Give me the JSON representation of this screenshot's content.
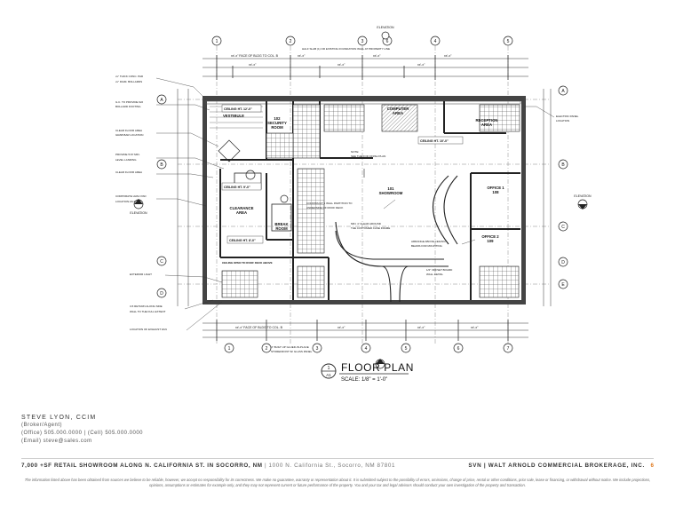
{
  "sheet": {
    "plan_title": "FLOOR PLAN",
    "scale": "SCALE: 1/8\" = 1'-0\"",
    "detail_number": "1",
    "detail_sheet": "A1"
  },
  "rooms": {
    "showroom": [
      "101",
      "SHOWROOM"
    ],
    "security": [
      "102",
      "SECURITY",
      "ROOM"
    ],
    "computer": [
      "COMPUTER",
      "AREA"
    ],
    "reception": [
      "RECEPTION",
      "AREA"
    ],
    "office1": [
      "OFFICE 1",
      "108"
    ],
    "office2": [
      "OFFICE 2",
      "109"
    ],
    "break_room": [
      "BREAK",
      "ROOM"
    ],
    "clearance": [
      "CLEARANCE",
      "AREA"
    ],
    "vestibule": [
      "VESTIBULE"
    ]
  },
  "notes": {
    "ceiling_1": "CEILING HT. 12'-0\"",
    "ceiling_2": "CEILING HT. 10'-0\"",
    "ceiling_3": "CEILING HT. 9'-0\"",
    "ceiling_4": "CEILING HT. 8'-0\"",
    "ceiling_open": "CEILING OPEN TO ROOF DECK ABOVE",
    "elevation": "ELEVATION"
  },
  "grid": {
    "top": [
      "1",
      "2",
      "3",
      "4",
      "5",
      "6"
    ],
    "bottom": [
      "1",
      "2",
      "3",
      "4",
      "5",
      "6",
      "7"
    ],
    "left": [
      "A",
      "B",
      "C",
      "D"
    ],
    "right": [
      "A",
      "B",
      "C",
      "D",
      "E"
    ]
  },
  "agent": {
    "name": "STEVE LYON, CCIM",
    "line2": "(Broker/Agent)",
    "line3": "(Office) 505.000.0000 | (Cell) 505.000.0000",
    "line4": "(Email) steve@sales.com"
  },
  "footer": {
    "title": "7,000 +SF RETAIL SHOWROOM ALONG N. CALIFORNIA ST. IN SOCORRO, NM",
    "title_sub": "| 1000 N. California St., Socorro, NM 87801",
    "company": "SVN | WALT ARNOLD COMMERCIAL BROKERAGE, INC.",
    "page": "6"
  },
  "disclaimer": "The information listed above has been obtained from sources we believe to be reliable, however, we accept no responsibility for its correctness. We make no guarantee, warranty or representation about it. It is submitted subject to the possibility of errors, omissions, change of price, rental or other conditions, prior sale, lease or financing, or withdrawal without notice. We include projections, opinions, assumptions or estimates for example only, and they may not represent current or future performance of the property. You and your tax and legal advisors should conduct your own investigation of the property and transaction."
}
